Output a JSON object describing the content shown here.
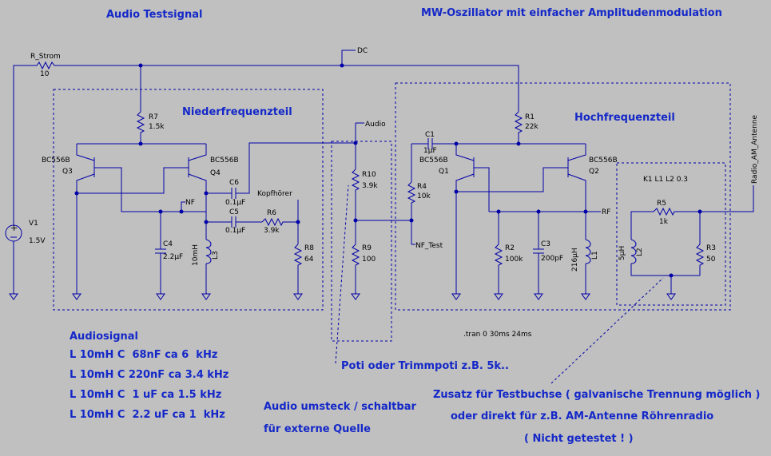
{
  "titles": {
    "audio": "Audio Testsignal",
    "mw": "MW-Oszillator mit einfacher Amplitudenmodulation"
  },
  "sections": {
    "nf": "Niederfrequenzteil",
    "hf": "Hochfrequenzteil"
  },
  "components": {
    "r_strom": {
      "name": "R_Strom",
      "value": "10"
    },
    "v1": {
      "name": "V1",
      "value": "1.5V"
    },
    "r7": {
      "name": "R7",
      "value": "1.5k"
    },
    "q3": {
      "name": "Q3",
      "type": "BC556B"
    },
    "q4": {
      "name": "Q4",
      "type": "BC556B"
    },
    "c6": {
      "name": "C6",
      "value": "0.1µF"
    },
    "c5": {
      "name": "C5",
      "value": "0.1µF"
    },
    "r6": {
      "name": "R6",
      "value": "3.9k"
    },
    "r8": {
      "name": "R8",
      "value": "64"
    },
    "c4": {
      "name": "C4",
      "value": "2.2µF"
    },
    "l3": {
      "name": "L3",
      "value": "10mH"
    },
    "r10": {
      "name": "R10",
      "value": "3.9k"
    },
    "r9": {
      "name": "R9",
      "value": "100"
    },
    "c1": {
      "name": "C1",
      "value": "1µF"
    },
    "r4": {
      "name": "R4",
      "value": "10k"
    },
    "q1": {
      "name": "Q1",
      "type": "BC556B"
    },
    "q2": {
      "name": "Q2",
      "type": "BC556B"
    },
    "r1": {
      "name": "R1",
      "value": "22k"
    },
    "r2": {
      "name": "R2",
      "value": "100k"
    },
    "c3": {
      "name": "C3",
      "value": "200pF"
    },
    "l1": {
      "name": "L1",
      "value": "216µH"
    },
    "r5": {
      "name": "R5",
      "value": "1k"
    },
    "l2": {
      "name": "L2",
      "value": "5µH"
    },
    "r3": {
      "name": "R3",
      "value": "50"
    }
  },
  "nets": {
    "dc": "DC",
    "audio": "Audio",
    "nf": "NF",
    "kopfhoerer": "Kopfhörer",
    "nf_test": "NF_Test",
    "rf": "RF",
    "antenna": "Radio_AM_Antenne"
  },
  "directives": {
    "coupling": "K1 L1 L2 0.3",
    "tran": ".tran 0 30ms 24ms"
  },
  "notes": {
    "audiosignal_title": "Audiosignal",
    "audiosignal_lines": [
      "L 10mH C  68nF ca 6  kHz",
      "L 10mH C 220nF ca 3.4 kHz",
      "L 10mH C  1 uF ca 1.5 kHz",
      "L 10mH C  2.2 uF ca 1  kHz"
    ],
    "poti": "Poti oder Trimmpoti z.B. 5k..",
    "audio_switch_1": "Audio umsteck / schaltbar",
    "audio_switch_2": "für externe Quelle",
    "zusatz_1": "Zusatz für Testbuchse ( galvanische Trennung möglich )",
    "zusatz_2": "oder direkt für z.B. AM-Antenne Röhrenradio",
    "zusatz_3": "( Nicht getestet ! )"
  }
}
